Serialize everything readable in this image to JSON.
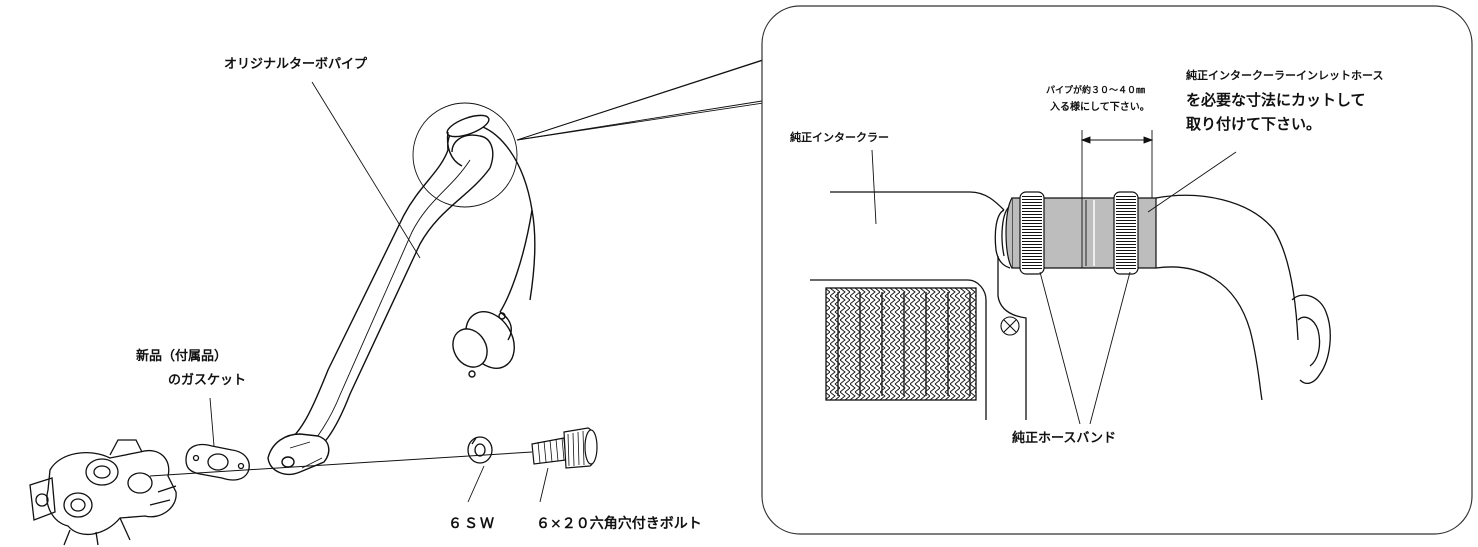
{
  "labels": {
    "original_pipe": "オリジナルターボパイプ",
    "gasket_line1": "新品（付属品）",
    "gasket_line2": "のガスケット",
    "washer": "６ＳＷ",
    "bolt": "６×２０六角穴付きボルト",
    "intercooler": "純正インタークラー",
    "insert_line1": "パイプが約３０～４０㎜",
    "insert_line2": "入る様にして下さい。",
    "hose_line1": "純正インタークーラーインレットホース",
    "hose_line2": "を必要な寸法にカットして",
    "hose_line3": "取り付けて下さい。",
    "hose_band": "純正ホースバンド"
  },
  "colors": {
    "line": "#111111",
    "hose_fill": "#bdbdbd",
    "panel_border": "#333333"
  },
  "icons": [
    "screw-cross-icon"
  ]
}
